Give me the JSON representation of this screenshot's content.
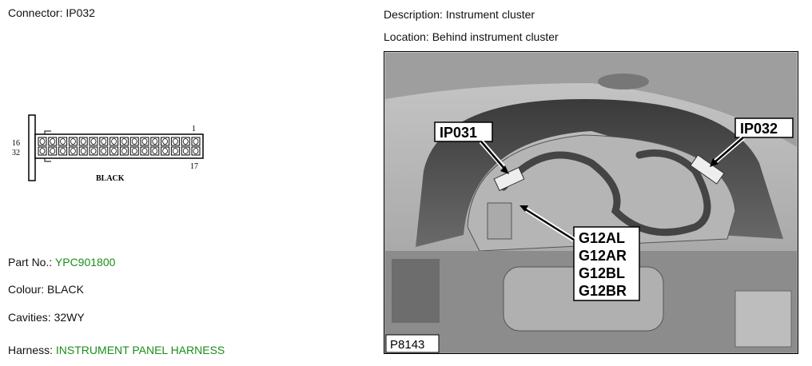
{
  "left_panel": {
    "connector_label": "Connector:",
    "connector_value": "IP032",
    "part_no_label": "Part No.:",
    "part_no_value": "YPC901800",
    "colour_label": "Colour:",
    "colour_value": "BLACK",
    "cavities_label": "Cavities:",
    "cavities_value": "32WY",
    "harness_label": "Harness:",
    "harness_value": "INSTRUMENT PANEL HARNESS"
  },
  "connector_diagram": {
    "pin_top_right": "1",
    "pin_top_left": "16",
    "pin_bottom_left": "32",
    "pin_bottom_right": "17",
    "colour_caption": "BLACK",
    "pins_per_row": 16
  },
  "right_panel": {
    "description_label": "Description:",
    "description_value": "Instrument cluster",
    "location_label": "Location:",
    "location_value": "Behind instrument cluster"
  },
  "photo": {
    "callout_ip031": "IP031",
    "callout_ip032": "IP032",
    "ground_labels": [
      "G12AL",
      "G12AR",
      "G12BL",
      "G12BR"
    ],
    "figure_id": "P8143"
  },
  "colors": {
    "link_green": "#1a8f1a"
  }
}
